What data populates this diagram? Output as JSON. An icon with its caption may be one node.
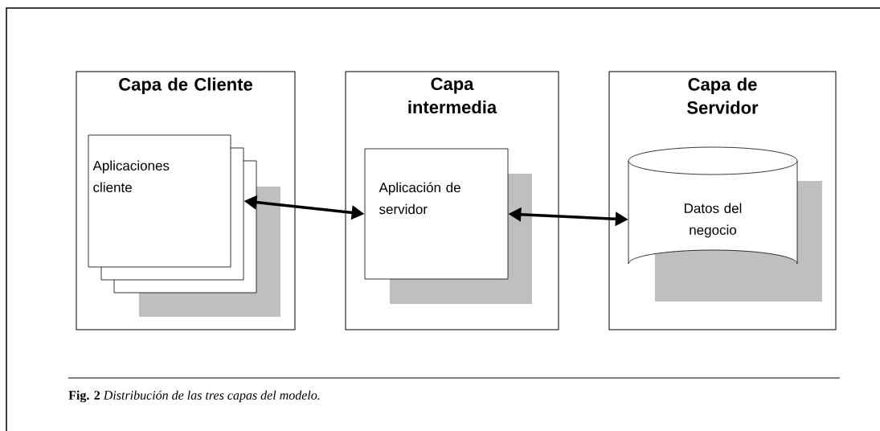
{
  "diagram": {
    "caption": "**Fig. 2** *Distribución de las tres capas del modelo.*",
    "nodes": [
      {
        "text": [
          "Capa de Cliente"
        ]
      },
      {
        "text": [
          "Aplicaciones cliente"
        ],
        "in": 0
      },
      {
        "text": [
          "Capa intermedia"
        ]
      },
      {
        "text": [
          "Aplicación de servidor"
        ],
        "in": 2
      },
      {
        "text": [
          "Capa de Servidor"
        ]
      },
      {
        "text": [
          "Datos del negocio"
        ],
        "in": 4
      }
    ],
    "edges": [
      {
        "from": 1,
        "to": 3,
        "arrow": "both"
      },
      {
        "from": 3,
        "to": 5,
        "arrow": "both"
      }
    ]
  }
}
